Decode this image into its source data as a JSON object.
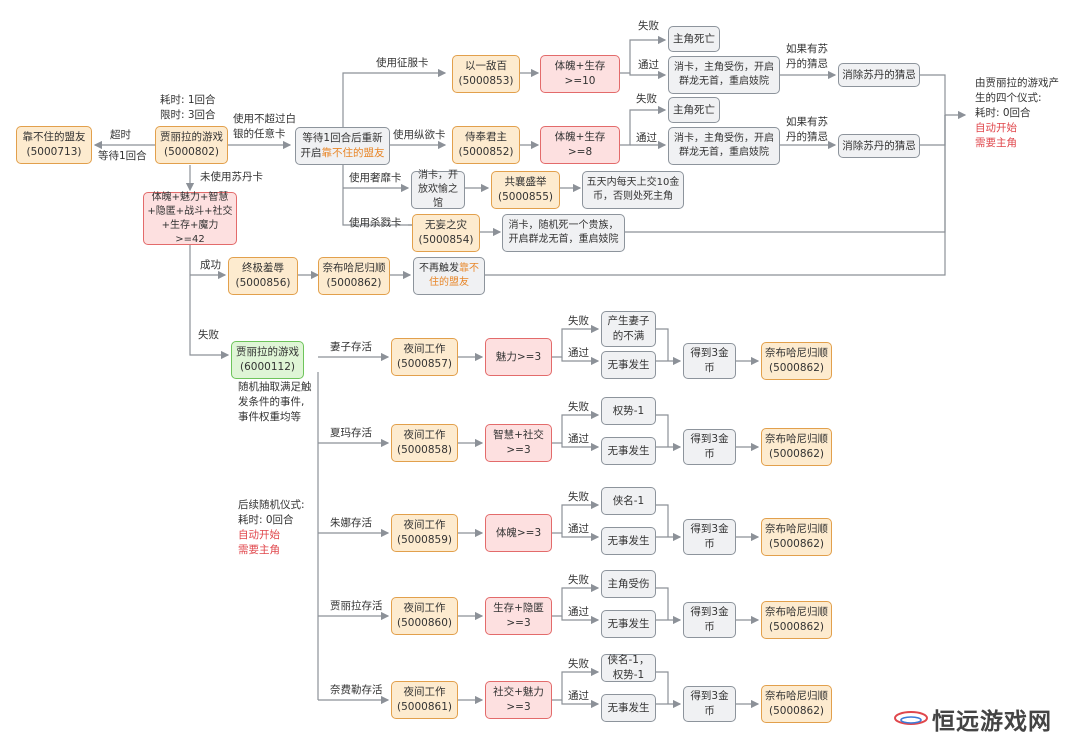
{
  "start_node": {
    "title": "贾丽拉的游戏",
    "id": "(5000802)"
  },
  "start_timing": {
    "line1": "耗时: 1回合",
    "line2": "限时: 3回合"
  },
  "timeout_label": {
    "line1": "超时",
    "line2": "等待1回合"
  },
  "ally_node": {
    "title": "靠不住的盟友",
    "id": "(5000713)"
  },
  "any_card_label": {
    "line1": "使用不超过白",
    "line2": "银的任意卡"
  },
  "wait_node": {
    "line1": "等待1回合后重新",
    "line2_pre": "开启",
    "line2_hl": "靠不住的盟友"
  },
  "branch_labels": {
    "conquest": "使用征服卡",
    "indulge": "使用纵欲卡",
    "luxury": "使用奢靡卡",
    "kill": "使用杀戮卡",
    "no_sudan": "未使用苏丹卡",
    "success": "成功",
    "fail": "失败"
  },
  "conquest_row": {
    "card": "以一敌百",
    "card_id": "(5000853)",
    "check": "体魄+生存>=10",
    "fail": "失败",
    "pass": "通过",
    "death": "主角死亡",
    "result": "消卡，主角受伤，开启群龙无首，重启妓院",
    "cond": "如果有苏丹的猜忌",
    "remove": "消除苏丹的猜忌"
  },
  "indulge_row": {
    "card": "侍奉君主",
    "card_id": "(5000852)",
    "check": "体魄+生存>=8",
    "fail": "失败",
    "pass": "通过",
    "death": "主角死亡",
    "result": "消卡，主角受伤，开启群龙无首，重启妓院",
    "cond": "如果有苏丹的猜忌",
    "remove": "消除苏丹的猜忌"
  },
  "luxury_row": {
    "card": "消卡，开放欢愉之馆",
    "event": "共襄盛举",
    "event_id": "(5000855)",
    "result": "五天内每天上交10金币，否则处死主角"
  },
  "kill_row": {
    "card": "无妄之灾",
    "card_id": "(5000854)",
    "result": "消卡，随机死一个贵族，开启群龙无首，重启妓院"
  },
  "attr_node": {
    "text": "体魄+魅力+智慧+隐匿+战斗+社交+生存+魔力>=42"
  },
  "success_row": {
    "a": "终极羞辱",
    "a_id": "(5000856)",
    "b": "奈布哈尼归顺",
    "b_id": "(5000862)",
    "c_pre": "不再触发",
    "c_hl": "靠不住的盟友"
  },
  "right_note": {
    "line1": "由贾丽拉的游戏产",
    "line2": "生的四个仪式:",
    "line3": "耗时: 0回合",
    "line4": "自动开始",
    "line5": "需要主角"
  },
  "game2_node": {
    "title": "贾丽拉的游戏",
    "id": "(6000112)"
  },
  "game2_note": {
    "line1": "随机抽取满足触",
    "line2": "发条件的事件,",
    "line3": "事件权重均等"
  },
  "later_note": {
    "line1": "后续随机仪式:",
    "line2": "耗时: 0回合",
    "line3": "自动开始",
    "line4": "需要主角"
  },
  "rituals": [
    {
      "label": "妻子存活",
      "work": "夜间工作",
      "work_id": "(5000857)",
      "check": "魅力>=3",
      "fail_label": "失败",
      "pass_label": "通过",
      "fail_result": "产生妻子的不满",
      "pass_result": "无事发生",
      "gold": "得到3金币",
      "final": "奈布哈尼归顺",
      "final_id": "(5000862)"
    },
    {
      "label": "夏玛存活",
      "work": "夜间工作",
      "work_id": "(5000858)",
      "check": "智慧+社交>=3",
      "fail_label": "失败",
      "pass_label": "通过",
      "fail_result": "权势-1",
      "pass_result": "无事发生",
      "gold": "得到3金币",
      "final": "奈布哈尼归顺",
      "final_id": "(5000862)"
    },
    {
      "label": "朱娜存活",
      "work": "夜间工作",
      "work_id": "(5000859)",
      "check": "体魄>=3",
      "fail_label": "失败",
      "pass_label": "通过",
      "fail_result": "侠名-1",
      "pass_result": "无事发生",
      "gold": "得到3金币",
      "final": "奈布哈尼归顺",
      "final_id": "(5000862)"
    },
    {
      "label": "贾丽拉存活",
      "work": "夜间工作",
      "work_id": "(5000860)",
      "check": "生存+隐匿>=3",
      "fail_label": "失败",
      "pass_label": "通过",
      "fail_result": "主角受伤",
      "pass_result": "无事发生",
      "gold": "得到3金币",
      "final": "奈布哈尼归顺",
      "final_id": "(5000862)"
    },
    {
      "label": "奈费勒存活",
      "work": "夜间工作",
      "work_id": "(5000861)",
      "check": "社交+魅力>=3",
      "fail_label": "失败",
      "pass_label": "通过",
      "fail_result": "侠名-1，权势-1",
      "pass_result": "无事发生",
      "gold": "得到3金币",
      "final": "奈布哈尼归顺",
      "final_id": "(5000862)"
    }
  ],
  "watermark": "恒远游戏网",
  "colors": {
    "orange_fill": "#fdebcf",
    "orange_border": "#e2a04c",
    "red_fill": "#fde0e0",
    "red_border": "#e36b6b",
    "gray_fill": "#f0f1f3",
    "green_fill": "#dff5d6",
    "note_red": "#e0474c"
  }
}
